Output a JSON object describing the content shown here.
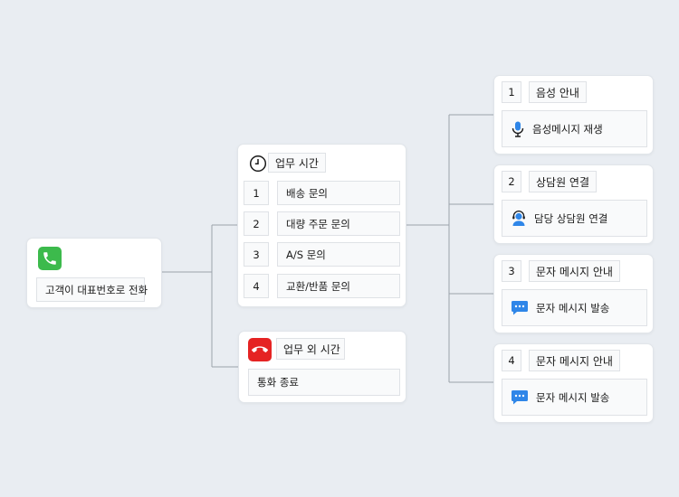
{
  "colors": {
    "background": "#e9edf2",
    "phone_green": "#3cba4c",
    "end_red": "#e52323",
    "accent_blue": "#2f86e8"
  },
  "start": {
    "icon": "phone-icon",
    "label": "고객이 대표번호로 전화"
  },
  "business_hours": {
    "icon": "clock-icon",
    "title": "업무 시간",
    "options": [
      {
        "num": "1",
        "label": "배송 문의"
      },
      {
        "num": "2",
        "label": "대량 주문 문의"
      },
      {
        "num": "3",
        "label": "A/S 문의"
      },
      {
        "num": "4",
        "label": "교환/반품 문의"
      }
    ]
  },
  "after_hours": {
    "icon": "hang-up-icon",
    "title": "업무 외 시간",
    "action": "통화 종료"
  },
  "results": [
    {
      "num": "1",
      "title": "음성 안내",
      "icon": "microphone-icon",
      "action": "음성메시지 재생"
    },
    {
      "num": "2",
      "title": "상담원 연결",
      "icon": "agent-headset-icon",
      "action": "담당 상담원 연결"
    },
    {
      "num": "3",
      "title": "문자 메시지 안내",
      "icon": "chat-bubble-icon",
      "action": "문자 메시지 발송"
    },
    {
      "num": "4",
      "title": "문자 메시지 안내",
      "icon": "chat-bubble-icon",
      "action": "문자 메시지 발송"
    }
  ]
}
